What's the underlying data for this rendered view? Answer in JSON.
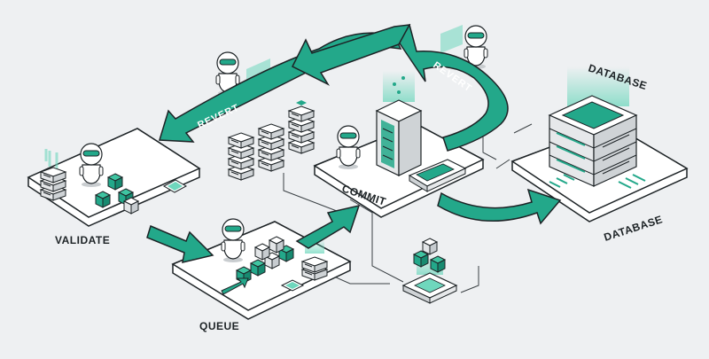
{
  "diagram": {
    "labels": {
      "validate": "VALIDATE",
      "queue": "QUEUE",
      "commit": "COMMIT",
      "database_top": "DATABASE",
      "database_bottom": "DATABASE"
    },
    "arrows": {
      "revert_left": "REVERT",
      "revert_right": "REVERT"
    }
  },
  "colors": {
    "accent": "#23a88a",
    "accent_light": "#6fd7bd",
    "outline": "#1d2326",
    "platform": "#ffffff",
    "shadow": "#2a2f33",
    "background": "#eef0f2"
  },
  "icons": [
    "robot-icon",
    "server-rack-icon",
    "cube-icon",
    "chip-icon",
    "hologram-screen-icon",
    "keyboard-icon"
  ]
}
